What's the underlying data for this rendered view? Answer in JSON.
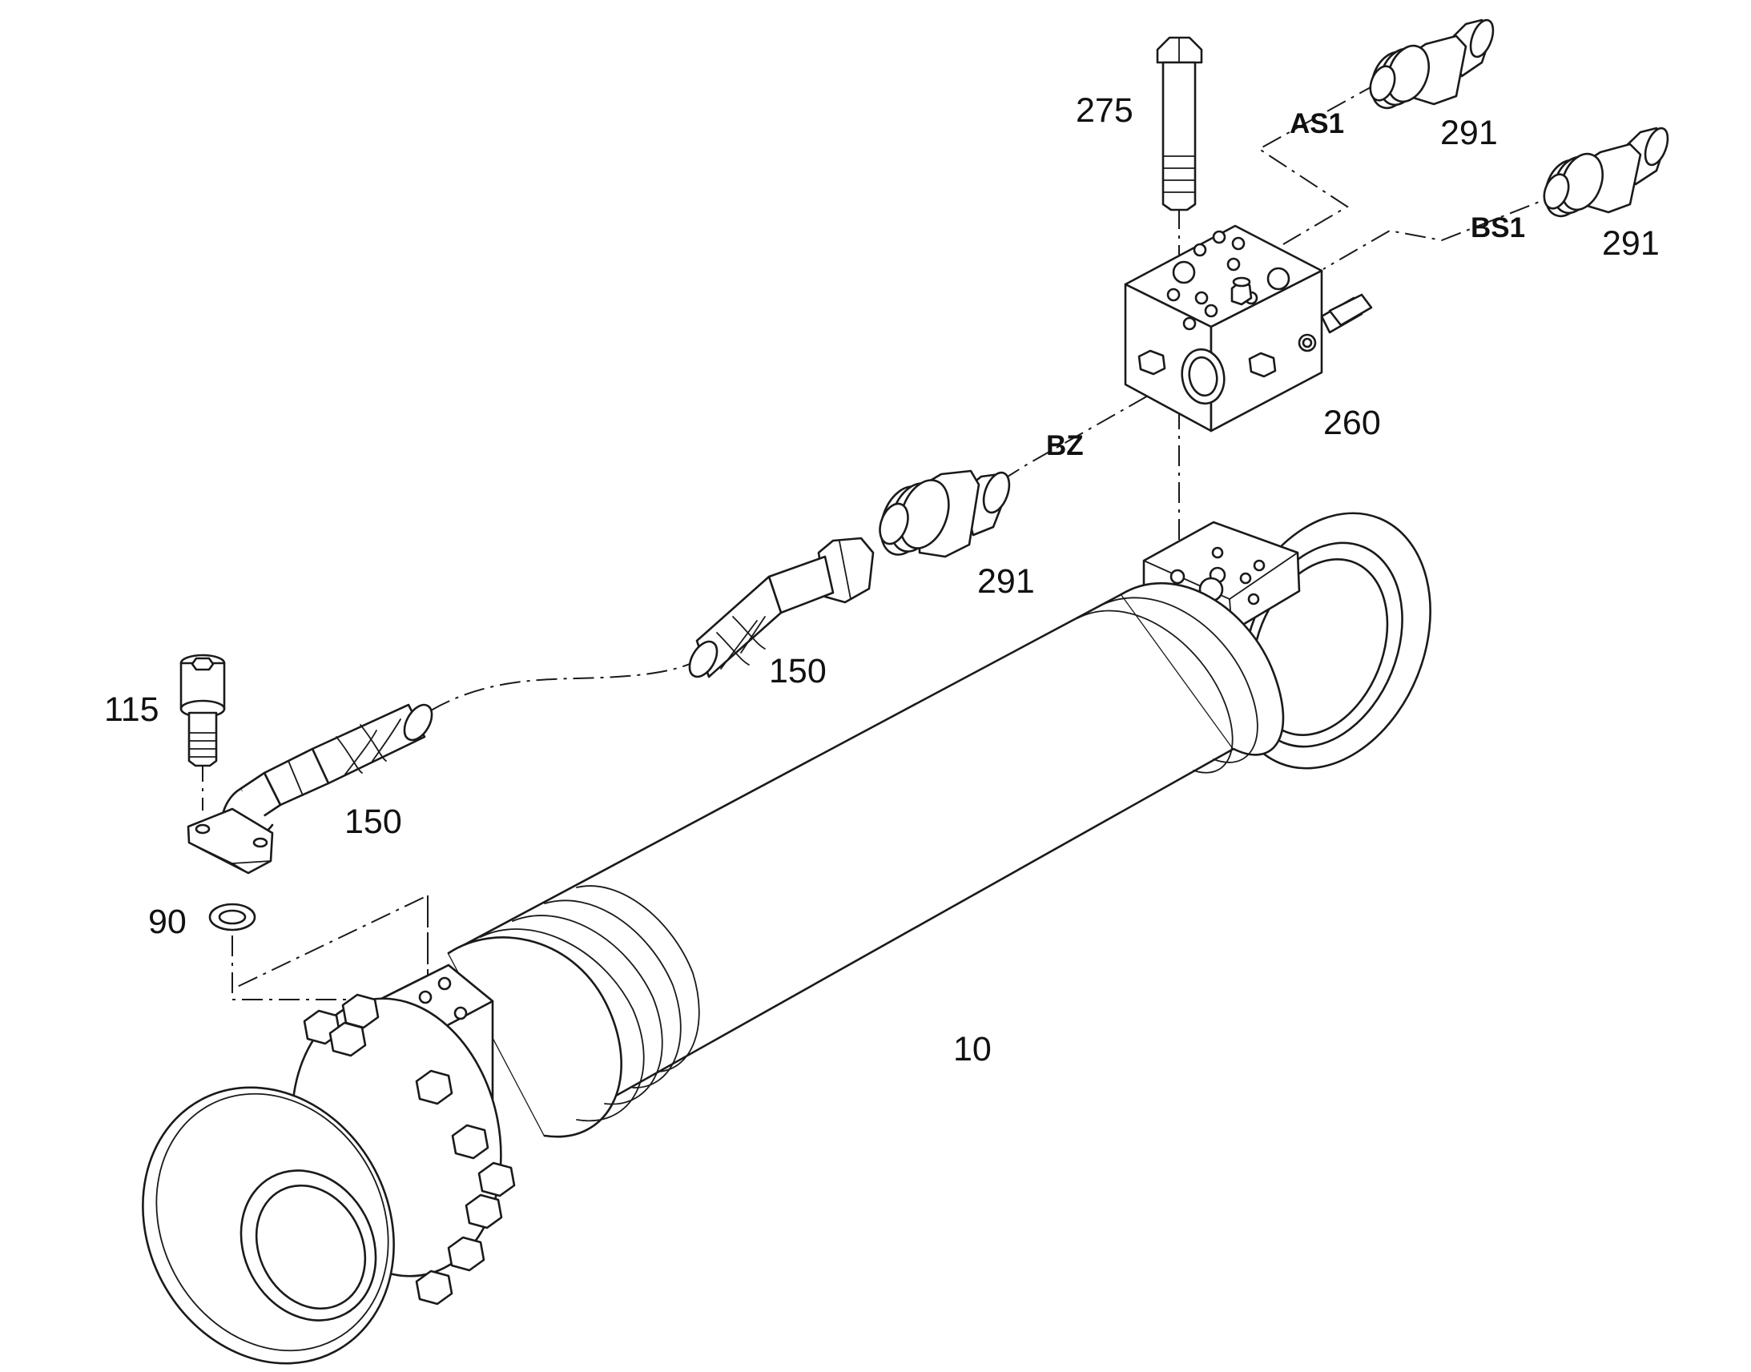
{
  "labels": {
    "bolt_top": "275",
    "fitting_as1": "291",
    "fitting_bs1": "291",
    "fitting_bz": "291",
    "port_as1": "AS1",
    "port_bs1": "BS1",
    "port_bz": "BZ",
    "valve_block": "260",
    "hose_upper": "150",
    "hose_lower": "150",
    "screw": "115",
    "seal_ring": "90",
    "cylinder": "10"
  }
}
